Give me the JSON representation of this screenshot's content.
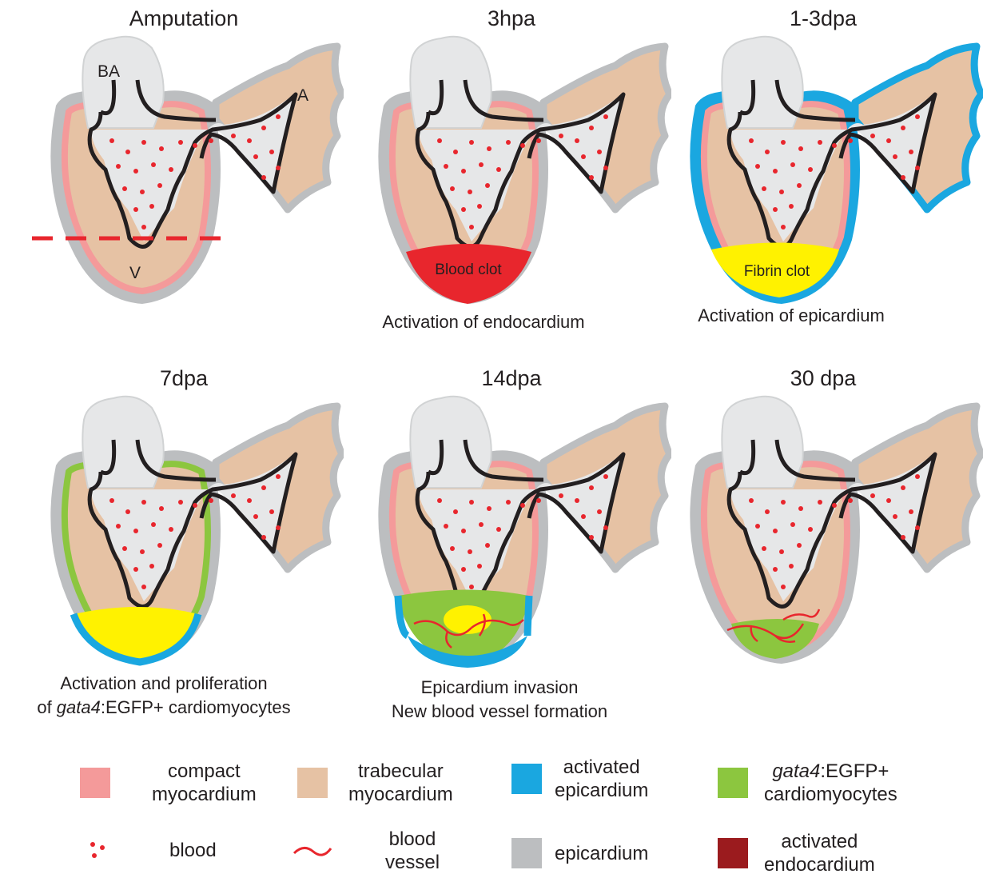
{
  "panels": [
    {
      "title": "Amputation",
      "labels": {
        "ba": "BA",
        "a": "A",
        "v": "V"
      }
    },
    {
      "title": "3hpa",
      "clot": "Blood clot",
      "caption": "Activation of endocardium"
    },
    {
      "title": "1-3dpa",
      "clot": "Fibrin clot",
      "caption": "Activation of epicardium"
    },
    {
      "title": "7dpa",
      "caption_line1": "Activation and proliferation",
      "caption_prefix": "of ",
      "caption_italic": "gata4",
      "caption_rest": ":EGFP+ cardiomyocytes"
    },
    {
      "title": "14dpa",
      "caption_line1": "Epicardium invasion",
      "caption_line2": "New blood vessel formation"
    },
    {
      "title": "30 dpa"
    }
  ],
  "legend": {
    "compact": {
      "l1": "compact",
      "l2": "myocardium"
    },
    "trabecular": {
      "l1": "trabecular",
      "l2": "myocardium"
    },
    "activated_epi": {
      "l1": "activated",
      "l2": "epicardium"
    },
    "gata4": {
      "italic": "gata4",
      "l1rest": ":EGFP+",
      "l2": "cardiomyocytes"
    },
    "blood": "blood",
    "vessel": {
      "l1": "blood",
      "l2": "vessel"
    },
    "epicardium": "epicardium",
    "activated_endo": {
      "l1": "activated",
      "l2": "endocardium"
    }
  },
  "colors": {
    "compact": "#f49a9a",
    "trabecular": "#e6c2a4",
    "activated_epicardium": "#1aa7e0",
    "gata4": "#8cc63f",
    "epicardium": "#bcbec0",
    "activated_endocardium": "#9b1b1e",
    "blood": "#e8262d",
    "fibrin": "#fff200",
    "bulbus": "#e6e7e8"
  }
}
